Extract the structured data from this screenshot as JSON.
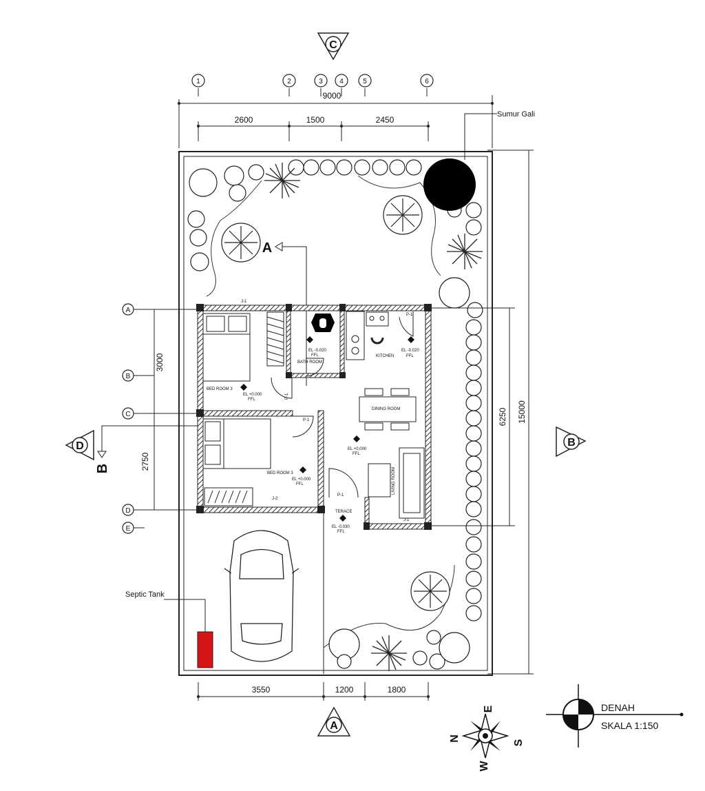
{
  "dims": {
    "total_width": "9000",
    "top_1": "2600",
    "top_2": "1500",
    "top_3": "2450",
    "bottom_1": "3550",
    "bottom_2": "1200",
    "bottom_3": "1800",
    "left_1": "3000",
    "left_2": "2750",
    "right_1": "6250",
    "right_2": "15000"
  },
  "grid_top": [
    "1",
    "2",
    "3",
    "4",
    "5",
    "6"
  ],
  "grid_left": [
    "A",
    "B",
    "C",
    "D",
    "E"
  ],
  "section_markers": {
    "top": "C",
    "bottom": "A",
    "left": "D",
    "right": "B"
  },
  "section_cuts": {
    "a": "A",
    "b": "B"
  },
  "notes": {
    "well": "Sumur Gali",
    "septic": "Septic Tank"
  },
  "rooms": {
    "bath": {
      "name": "BATH ROOM",
      "level": "EL -0.020",
      "ffl": "FFL"
    },
    "kitchen": {
      "name": "KITCHEN",
      "level": "EL -0.020",
      "ffl": "FFL"
    },
    "bed1": {
      "name": "BED ROOM 3",
      "level": "EL +0.000",
      "ffl": "FFL"
    },
    "bed2": {
      "name": "BED ROOM 3",
      "level": "EL +0.000",
      "ffl": "FFL"
    },
    "dining": {
      "name": "DINING ROOM"
    },
    "living": {
      "name": "LIVING ROOM"
    },
    "center": {
      "level": "EL +0.000",
      "ffl": "FFL"
    },
    "terrace": {
      "name": "TERACE",
      "level": "EL -0.030",
      "ffl": "FFL"
    }
  },
  "tags": {
    "j1_top": "J-1",
    "j2": "J-2",
    "j1_living": "J-1",
    "p1_kitchen": "P-1",
    "p1_bed": "P-1",
    "p1_terrace": "P-1",
    "p1_hall": "P-1"
  },
  "compass": {
    "n": "N",
    "e": "E",
    "s": "S",
    "w": "W"
  },
  "title": {
    "name": "DENAH",
    "scale": "SKALA 1:150"
  },
  "colors": {
    "septic": "#d41616",
    "well": "#000000",
    "wall": "#333333"
  }
}
